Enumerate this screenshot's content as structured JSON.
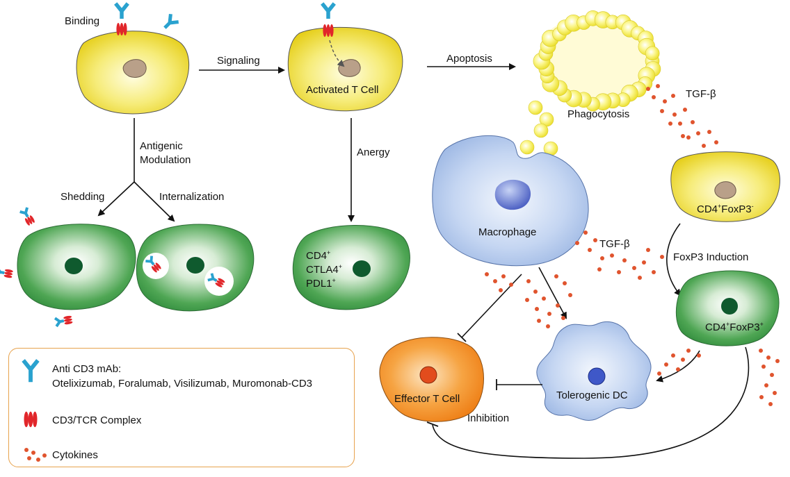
{
  "colors": {
    "yellow_cell": "#f1e04a",
    "green_cell": "#3f9a48",
    "blue_cell": "#a9c2ea",
    "orange_cell": "#f28a1e",
    "antibody": "#2aa2cf",
    "tcr_complex": "#e1262a",
    "cytokine": "#e0542e",
    "nucleus_tan": "#b9a089",
    "nucleus_green": "#0f5a2e",
    "legend_border": "#e7a24d"
  },
  "labels": {
    "binding": "Binding",
    "signaling": "Signaling",
    "activated_t_cell": "Activated T Cell",
    "apoptosis": "Apoptosis",
    "phagocytosis": "Phagocytosis",
    "tgf_beta_top": "TGF-β",
    "antigenic_modulation_1": "Antigenic",
    "antigenic_modulation_2": "Modulation",
    "shedding": "Shedding",
    "internalization": "Internalization",
    "anergy": "Anergy",
    "cd4": "CD4",
    "ctla4": "CTLA4",
    "pdl1": "PDL1",
    "plus": "+",
    "minus": "-",
    "macrophage": "Macrophage",
    "tgf_beta_mid": "TGF-β",
    "cd4_foxp3_neg_1": "CD4",
    "cd4_foxp3_neg_2": "FoxP3",
    "foxp3_induction": "FoxP3 Induction",
    "cd4_foxp3_pos_1": "CD4",
    "cd4_foxp3_pos_2": "FoxP3",
    "effector_t_cell": "Effector T Cell",
    "tolerogenic_dc": "Tolerogenic DC",
    "inhibition": "Inhibition"
  },
  "legend": {
    "antibody_line1": "Anti CD3 mAb:",
    "antibody_line2": "Otelixizumab, Foralumab, Visilizumab, Muromonab-CD3",
    "tcr_label": "CD3/TCR Complex",
    "cytokines_label": "Cytokines"
  }
}
